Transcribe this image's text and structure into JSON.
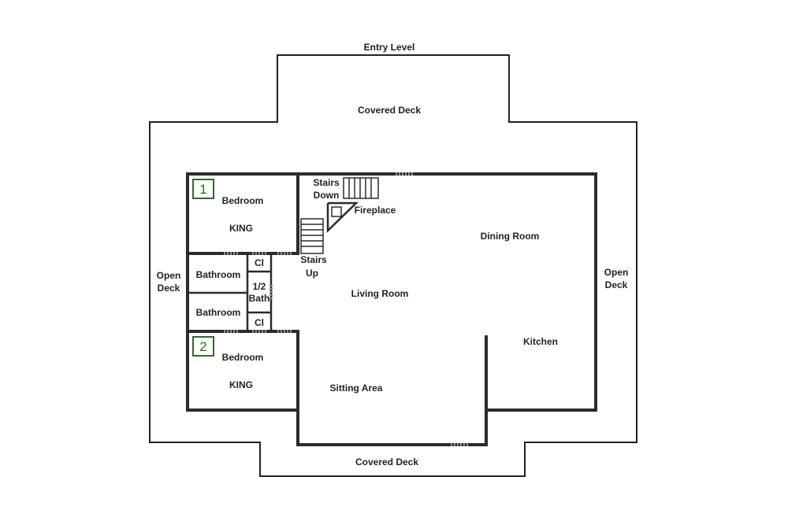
{
  "labels": {
    "entry_level": "Entry Level",
    "covered_deck_top": "Covered Deck",
    "covered_deck_bottom": "Covered Deck",
    "open_deck_left_1": "Open",
    "open_deck_left_2": "Deck",
    "open_deck_right_1": "Open",
    "open_deck_right_2": "Deck",
    "stairs_down_1": "Stairs",
    "stairs_down_2": "Down",
    "fireplace": "Fireplace",
    "stairs_up_1": "Stairs",
    "stairs_up_2": "Up",
    "dining_room": "Dining Room",
    "living_room": "Living Room",
    "kitchen": "Kitchen",
    "sitting_area": "Sitting Area",
    "bedroom1_name": "Bedroom",
    "bedroom1_bed": "KING",
    "bedroom2_name": "Bedroom",
    "bedroom2_bed": "KING",
    "bathroom_top": "Bathroom",
    "bathroom_bottom": "Bathroom",
    "closet_top": "Cl",
    "closet_bottom": "Cl",
    "half_bath_1": "1/2",
    "half_bath_2": "Bath",
    "badge_1": "1",
    "badge_2": "2"
  },
  "colors": {
    "wall": "#2b2b2b",
    "badge": "#2e6b2e",
    "door": "#8a8a8a"
  }
}
